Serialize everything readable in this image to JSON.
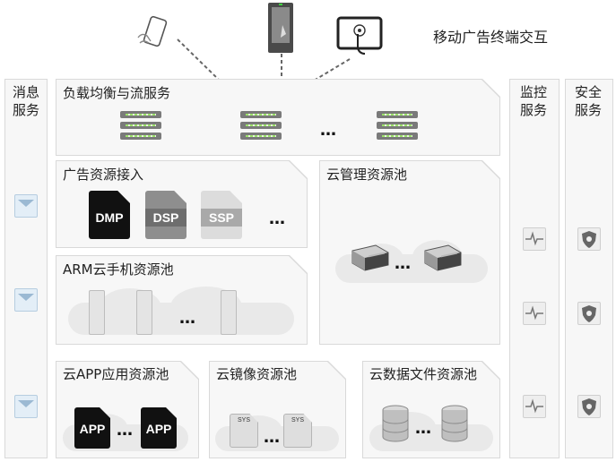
{
  "header": {
    "mobile_label": "移动广告终端交互"
  },
  "left_column": {
    "title_line1": "消息",
    "title_line2": "服务",
    "icon": "mail-icon"
  },
  "right_columns": [
    {
      "title_line1": "监控",
      "title_line2": "服务",
      "icon": "monitor-icon"
    },
    {
      "title_line1": "安全",
      "title_line2": "服务",
      "icon": "shield-icon"
    }
  ],
  "panels": {
    "load_balance": {
      "title": "负载均衡与流服务",
      "ellipsis": "…"
    },
    "ad_access": {
      "title": "广告资源接入",
      "files": [
        "DMP",
        "DSP",
        "SSP"
      ],
      "ellipsis": "…"
    },
    "cloud_mgmt": {
      "title": "云管理资源池",
      "ellipsis": "…"
    },
    "arm_phone": {
      "title": "ARM云手机资源池",
      "ellipsis": "…"
    },
    "cloud_app": {
      "title": "云APP应用资源池",
      "app_label": "APP",
      "ellipsis": "…"
    },
    "cloud_image": {
      "title": "云镜像资源池",
      "sys_label": "SYS",
      "ellipsis": "…"
    },
    "cloud_data": {
      "title": "云数据文件资源池",
      "ellipsis": "…"
    }
  },
  "colors": {
    "panel_bg": "#f7f7f7",
    "panel_border": "#d9d9d9",
    "cloud": "#e9e9e9",
    "server_led": "#9be26a"
  }
}
